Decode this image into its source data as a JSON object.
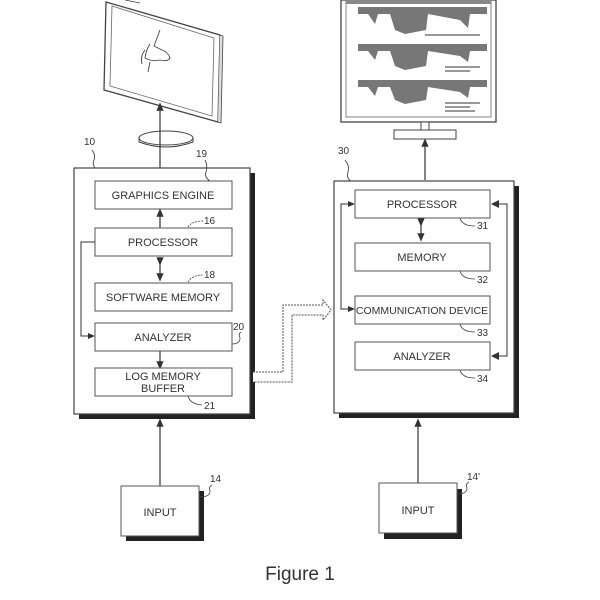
{
  "figure": {
    "caption": "Figure 1"
  },
  "left_system": {
    "ref": "10",
    "blocks": [
      {
        "id": "graphics-engine",
        "label": "GRAPHICS ENGINE",
        "ref": "19"
      },
      {
        "id": "processor",
        "label": "PROCESSOR",
        "ref": "16"
      },
      {
        "id": "software-memory",
        "label": "SOFTWARE MEMORY",
        "ref": "18"
      },
      {
        "id": "analyzer",
        "label": "ANALYZER",
        "ref": "20"
      },
      {
        "id": "log-memory-buffer",
        "label_line1": "LOG MEMORY",
        "label_line2": "BUFFER",
        "ref": "21"
      }
    ],
    "input": {
      "label": "INPUT",
      "ref": "14"
    },
    "display": {
      "content": "unicorn illustration"
    }
  },
  "right_system": {
    "ref": "30",
    "blocks": [
      {
        "id": "processor",
        "label": "PROCESSOR",
        "ref": "31"
      },
      {
        "id": "memory",
        "label": "MEMORY",
        "ref": "32"
      },
      {
        "id": "communication-device",
        "label": "COMMUNICATION DEVICE",
        "ref": "33"
      },
      {
        "id": "analyzer",
        "label": "ANALYZER",
        "ref": "34"
      }
    ],
    "input": {
      "label": "INPUT",
      "ref": "14'"
    },
    "display": {
      "content": "three waveform plots"
    }
  },
  "colors": {
    "line": "#3a3a3a",
    "shadow": "#222222",
    "background": "#ffffff"
  }
}
